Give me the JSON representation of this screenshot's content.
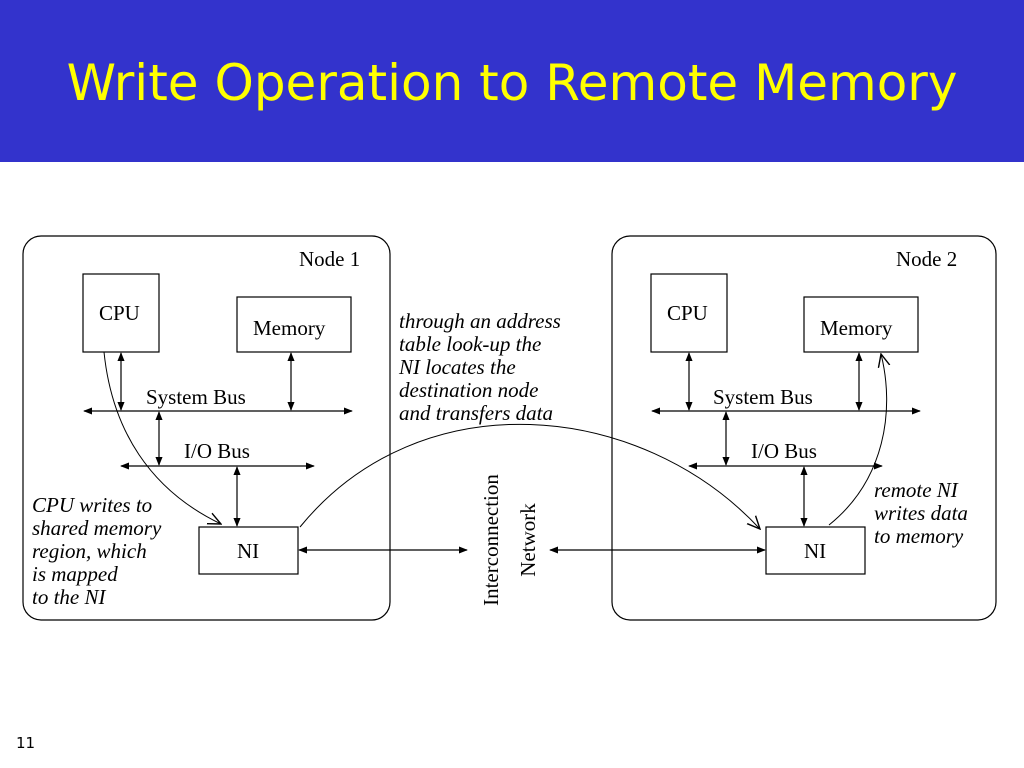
{
  "slide": {
    "title": "Write Operation to Remote Memory",
    "number": "11"
  },
  "colors": {
    "title_bg": "#3333cc",
    "title_text": "#ffff00"
  },
  "diagram": {
    "node1": {
      "label": "Node 1",
      "cpu": "CPU",
      "memory": "Memory",
      "system_bus": "System Bus",
      "io_bus": "I/O Bus",
      "ni": "NI"
    },
    "node2": {
      "label": "Node 2",
      "cpu": "CPU",
      "memory": "Memory",
      "system_bus": "System Bus",
      "io_bus": "I/O Bus",
      "ni": "NI"
    },
    "network": {
      "line1": "Interconnection",
      "line2": "Network"
    },
    "annotations": {
      "cpu_writes": [
        "CPU writes to",
        "shared memory",
        "region, which",
        "is mapped",
        "to the NI"
      ],
      "address_lookup": [
        "through an address",
        "table look-up the",
        "NI locates the",
        "destination node",
        "and transfers data"
      ],
      "remote_ni": [
        "remote NI",
        "writes data",
        "to memory"
      ]
    }
  }
}
